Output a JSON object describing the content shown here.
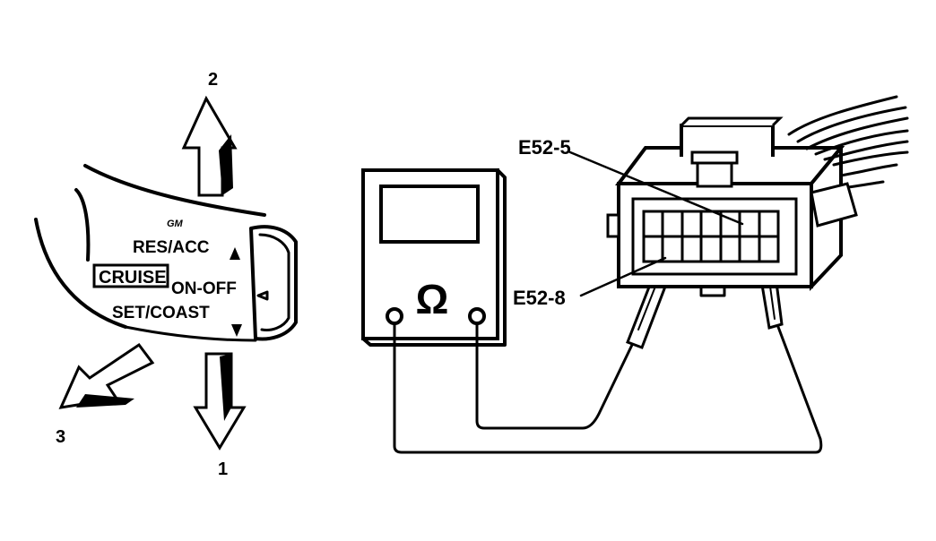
{
  "switch": {
    "brand": "GM",
    "res_acc": "RES/ACC",
    "cruise": "CRUISE",
    "on_off": "ON-OFF",
    "set_coast": "SET/COAST"
  },
  "callouts": {
    "arrow_1": "1",
    "arrow_2": "2",
    "arrow_3": "3"
  },
  "meter": {
    "symbol": "Ω"
  },
  "connector": {
    "pin_top": "E52-5",
    "pin_left": "E52-8"
  }
}
